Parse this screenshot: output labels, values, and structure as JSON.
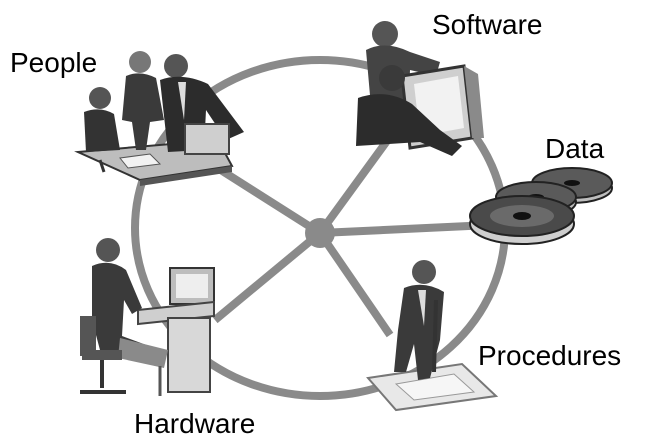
{
  "diagram": {
    "components": [
      {
        "key": "people",
        "label": "People",
        "icon": "office-workers-icon"
      },
      {
        "key": "software",
        "label": "Software",
        "icon": "programmers-at-computer-icon"
      },
      {
        "key": "data",
        "label": "Data",
        "icon": "disk-platters-icon"
      },
      {
        "key": "procedures",
        "label": "Procedures",
        "icon": "worker-at-drafting-table-icon"
      },
      {
        "key": "hardware",
        "label": "Hardware",
        "icon": "computer-workstation-icon"
      }
    ],
    "colors": {
      "ring": "#8a8a8a",
      "hub": "#8a8a8a",
      "figure_dark": "#3a3a3a",
      "figure_mid": "#7a7a7a",
      "figure_light": "#cfcfcf",
      "background": "#ffffff"
    }
  }
}
